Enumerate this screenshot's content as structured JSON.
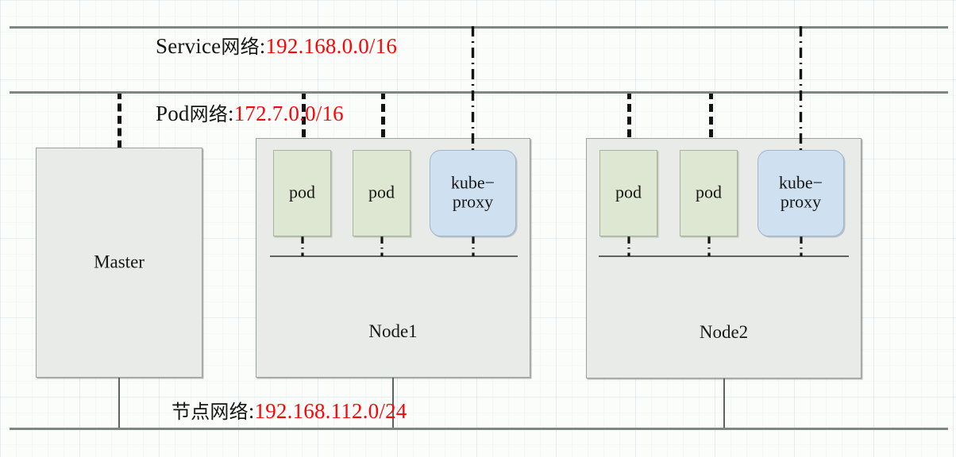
{
  "diagram": {
    "title": "Kubernetes network architecture",
    "colors": {
      "cidr_red": "#fc0404",
      "pod_fill": "#dde7d1",
      "proxy_fill": "#cfe0f1",
      "node_fill": "#e8ebe7",
      "line_gray": "#7d8783"
    },
    "networks": [
      {
        "id": "service",
        "label_prefix": "Service",
        "label_cn": "网络",
        "separator": ":",
        "cidr": "192.168.0.0/16"
      },
      {
        "id": "pod",
        "label_prefix": "Pod",
        "label_cn": "网络",
        "separator": ":",
        "cidr": "172.7.0.0/16"
      },
      {
        "id": "node",
        "label_prefix": "",
        "label_cn": "节点网络",
        "separator": ":",
        "cidr": "192.168.112.0/24"
      }
    ],
    "master": {
      "label": "Master"
    },
    "nodes": [
      {
        "label": "Node1",
        "workloads": [
          {
            "type": "pod",
            "label": "pod"
          },
          {
            "type": "pod",
            "label": "pod"
          },
          {
            "type": "kube-proxy",
            "label": "kube−\nproxy"
          }
        ]
      },
      {
        "label": "Node2",
        "workloads": [
          {
            "type": "pod",
            "label": "pod"
          },
          {
            "type": "pod",
            "label": "pod"
          },
          {
            "type": "kube-proxy",
            "label": "kube−\nproxy"
          }
        ]
      }
    ]
  }
}
